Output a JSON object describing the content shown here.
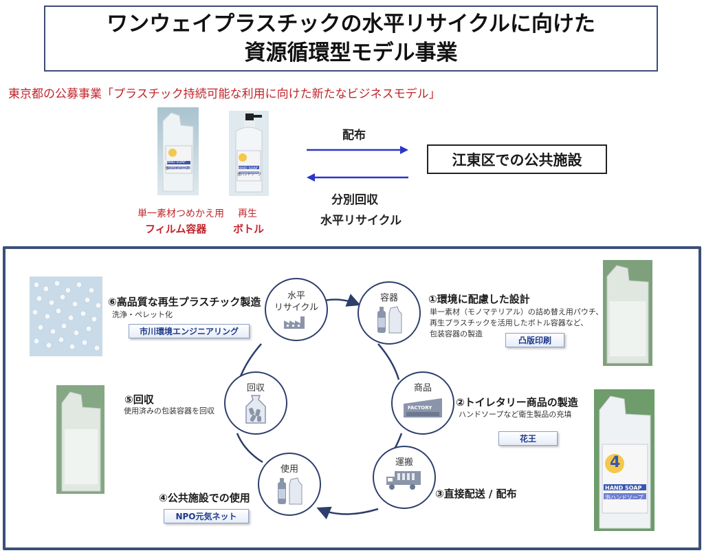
{
  "header": {
    "title_line1": "ワンウェイプラスチックの水平リサイクルに向けた",
    "title_line2": "資源循環型モデル事業"
  },
  "subtitle": "東京都の公募事業「プラスチック持続可能な利用に向けた新たなビジネスモデル」",
  "products": {
    "pouch_caption": "単一素材つめかえ用",
    "pouch_name": "フィルム容器",
    "bottle_caption": "再生",
    "bottle_name": "ボトル",
    "pouch_label_text": "HAND SOAP",
    "pouch_label_jp": "泡ハンドソープ",
    "bottle_label_text": "HAND SOAP",
    "bottle_label_jp": "泡ハンドソープ"
  },
  "flow": {
    "distribute": "配布",
    "collect_line1": "分別回収",
    "collect_line2": "水平リサイクル",
    "facility": "江東区での公共施設"
  },
  "cycle": {
    "nodes": {
      "recycle": [
        "水平",
        "リサイクル"
      ],
      "container": "容器",
      "product": "商品",
      "transport": "運搬",
      "use": "使用",
      "collect": "回収"
    },
    "factory_sign": "FACTORY",
    "steps": {
      "s1": {
        "title": "①環境に配慮した設計",
        "desc": [
          "単一素材（モノマテリアル）の詰め替え用パウチ、",
          "再生プラスチックを活用したボトル容器など、",
          "包装容器の製造"
        ],
        "company": "凸版印刷"
      },
      "s2": {
        "title": "②トイレタリー商品の製造",
        "desc": "ハンドソープなど衛生製品の充填",
        "company": "花王"
      },
      "s3": {
        "title": "③直接配送 / 配布"
      },
      "s4": {
        "title": "④公共施設での使用",
        "company": "NPO元気ネット"
      },
      "s5": {
        "title": "⑤回収",
        "desc": "使用済みの包装容器を回収"
      },
      "s6": {
        "title": "⑥高品質な再生プラスチック製造",
        "desc": "洗浄・ペレット化",
        "company": "市川環境エンジニアリング"
      }
    },
    "big_pouch": {
      "line1": "4",
      "label_text": "HAND SOAP",
      "label_jp": "泡ハンドソープ"
    }
  },
  "colors": {
    "accent_red": "#c0242b",
    "navy": "#2c3e6b",
    "arrow_blue": "#2a35c9"
  }
}
